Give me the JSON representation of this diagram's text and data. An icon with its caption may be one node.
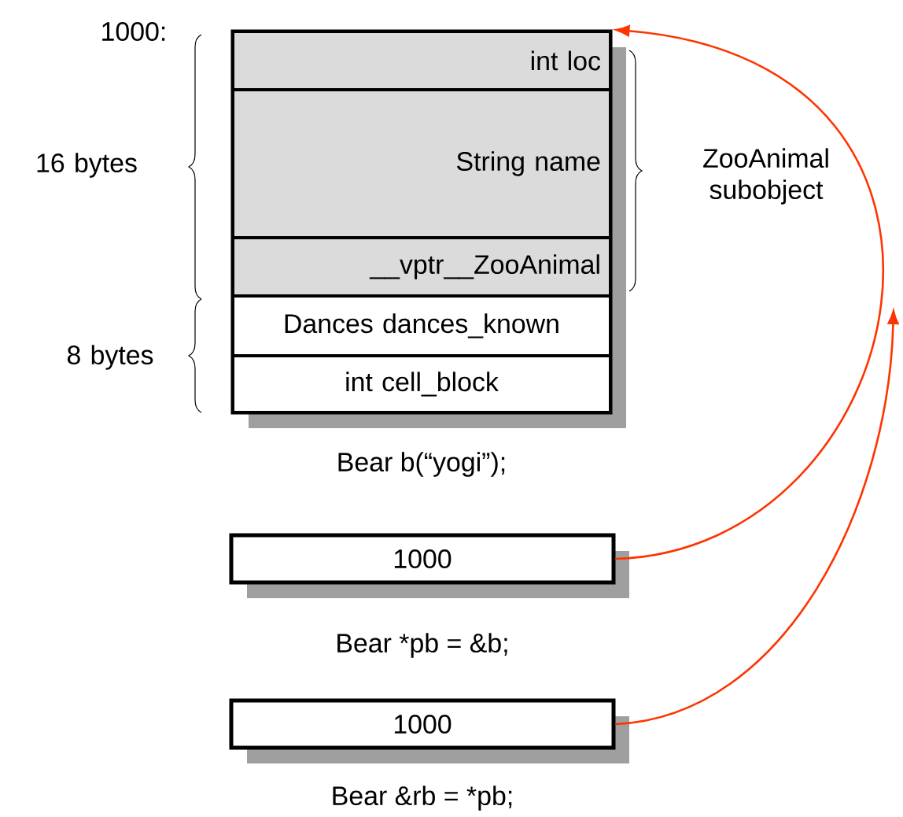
{
  "diagram": {
    "nodes": [
      {
        "text": [],
        "shape": "box",
        "beside": [
          "Bear b(“yogi”);"
        ]
      },
      {
        "text": [
          "int loc"
        ],
        "in": 0
      },
      {
        "text": [
          "String name"
        ],
        "in": 0
      },
      {
        "text": [
          "__vptr__ZooAnimal"
        ],
        "in": 0
      },
      {
        "text": [
          "Dances dances_known"
        ],
        "in": 0
      },
      {
        "text": [
          "int cell_block"
        ],
        "in": 0
      },
      {
        "text": [
          "1000"
        ],
        "beside": [
          "Bear *pb = &b;"
        ]
      },
      {
        "text": [
          "1000"
        ],
        "beside": [
          "Bear &rb = *pb;"
        ]
      }
    ],
    "edges": [
      {
        "from": 6,
        "to": 0,
        "arrow": "to"
      },
      {
        "from": 7,
        "to": null,
        "arrow": "to"
      }
    ],
    "labels": [
      "1000:",
      "16 bytes",
      "8 bytes",
      "ZooAnimal subobject"
    ]
  }
}
